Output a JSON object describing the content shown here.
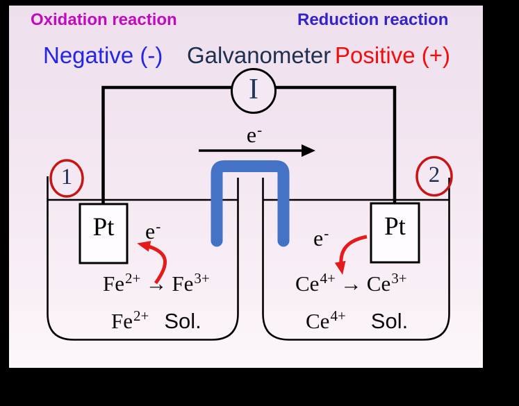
{
  "header": {
    "oxidation_label": "Oxidation reaction",
    "reduction_label": "Reduction reaction",
    "negative_label": "Negative (-)",
    "galvanometer_label": "Galvanometer",
    "positive_label": "Positive (+)"
  },
  "galvanometer": {
    "symbol": "I"
  },
  "electron_flow": {
    "base": "e",
    "sup": "-"
  },
  "colors": {
    "background_top": "#eedfec",
    "background_bottom": "#fcf7fa",
    "frame": "#000000",
    "oxidation_text": "#c00bc0",
    "reduction_text": "#3423cb",
    "negative_text": "#2325e8",
    "galvanometer_text": "#1e2f50",
    "positive_text": "#f30d0d",
    "salt_bridge": "#4472c4",
    "red_accent": "#e31b1b"
  },
  "cell1": {
    "number": "1",
    "electrode_label": "Pt",
    "electron": {
      "base": "e",
      "sup": "-"
    },
    "reaction": {
      "from": "Fe",
      "from_sup": "2+",
      "arrow": "→",
      "to": "Fe",
      "to_sup": "3+"
    },
    "solution": {
      "base": "Fe",
      "sup": "2+",
      "label": "Sol."
    }
  },
  "cell2": {
    "number": "2",
    "electrode_label": "Pt",
    "electron": {
      "base": "e",
      "sup": "-"
    },
    "reaction": {
      "from": "Ce",
      "from_sup": "4+",
      "arrow": "→",
      "to": "Ce",
      "to_sup": "3+"
    },
    "solution": {
      "base": "Ce",
      "sup": "4+",
      "label": "Sol."
    }
  }
}
